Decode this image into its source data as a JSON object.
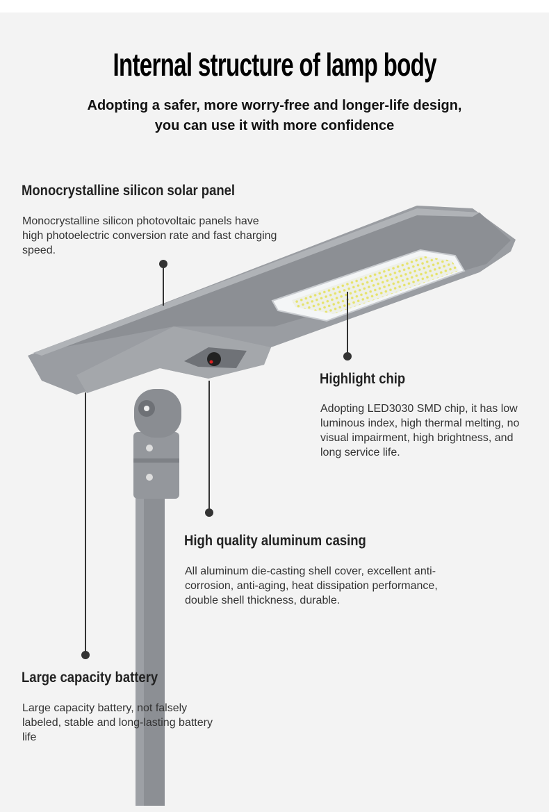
{
  "header": {
    "title": "Internal structure of lamp body",
    "subtitle_line1": "Adopting a safer, more worry-free and longer-life design,",
    "subtitle_line2": "you can use it with more confidence"
  },
  "features": [
    {
      "title": "Monocrystalline silicon solar panel",
      "description": "Monocrystalline silicon photovoltaic panels have high photoelectric conversion rate and fast charging speed."
    },
    {
      "title": "Highlight chip",
      "description": "Adopting LED3030 SMD chip, it has low luminous index, high thermal melting, no visual impairment, high brightness, and long service life."
    },
    {
      "title": "High quality aluminum casing",
      "description": "All aluminum die-casting shell cover, excellent anti-corrosion, anti-aging, heat dissipation performance, double shell thickness, durable."
    },
    {
      "title": "Large capacity battery",
      "description": "Large capacity battery, not falsely labeled, stable and long-lasting battery life"
    }
  ],
  "colors": {
    "background": "#f3f3f3",
    "lamp_gray": "#8e9196",
    "callout": "#333333"
  }
}
